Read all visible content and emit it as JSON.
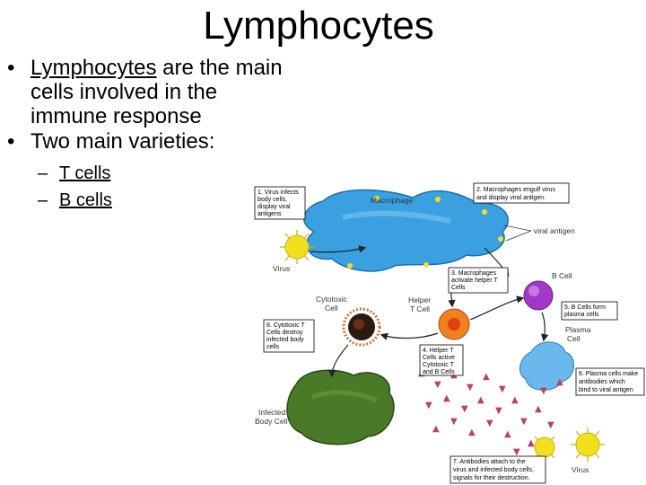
{
  "slide": {
    "title": "Lymphocytes",
    "bullets": [
      {
        "link_text": "Lymphocytes",
        "text": " are the main cells involved in the immune response"
      },
      {
        "text": "Two main varieties:"
      }
    ],
    "sub_bullets": [
      {
        "dash": "–",
        "text": "T cells"
      },
      {
        "dash": "–",
        "text": "B cells"
      }
    ]
  },
  "diagram": {
    "labels": {
      "macrophage": "Macrophage",
      "viral_antigen": "viral antigen",
      "virus_1": "Virus",
      "virus_2": "Virus",
      "b_cell": "B Cell",
      "cytotoxic_1": "Cytotoxic",
      "cytotoxic_2": "Cell",
      "helper_1": "Helper",
      "helper_2": "T Cell",
      "plasma_1": "Plasma",
      "plasma_2": "Cell",
      "infected_1": "Infected",
      "infected_2": "Body Cell",
      "antibodies": "Antibodies"
    },
    "captions": {
      "c1": [
        "1. Virus infects",
        "body cells,",
        "display viral",
        "antigens"
      ],
      "c2": [
        "2. Macrophages engulf virus",
        "and display viral antigen."
      ],
      "c3": [
        "3. Macrophages",
        "activate helper T",
        "Cells"
      ],
      "c4": [
        "4. Helper T",
        "Cells active",
        "Cytotoxic T",
        "and B Cells"
      ],
      "c5": [
        "5. B Cells form",
        "plasma cells"
      ],
      "c6": [
        "6. Plasma cells make",
        "antibodies which",
        "bind to viral antigen"
      ],
      "c7": [
        "7. Antibodies attach to the",
        "virus and infected body cells,",
        "signals for their destruction."
      ],
      "c8": [
        "8. Cytotoxic T",
        "Cells destroy",
        "infected body",
        "cells"
      ]
    },
    "colors": {
      "macrophage": "#3aa0e0",
      "virus": "#f2e020",
      "b_cell": "#a038c8",
      "helper_t": "#f08020",
      "cytotoxic": "#2a1a10",
      "plasma": "#6ab8ec",
      "infected": "#4a7a28",
      "antibody": "#c04060"
    }
  }
}
